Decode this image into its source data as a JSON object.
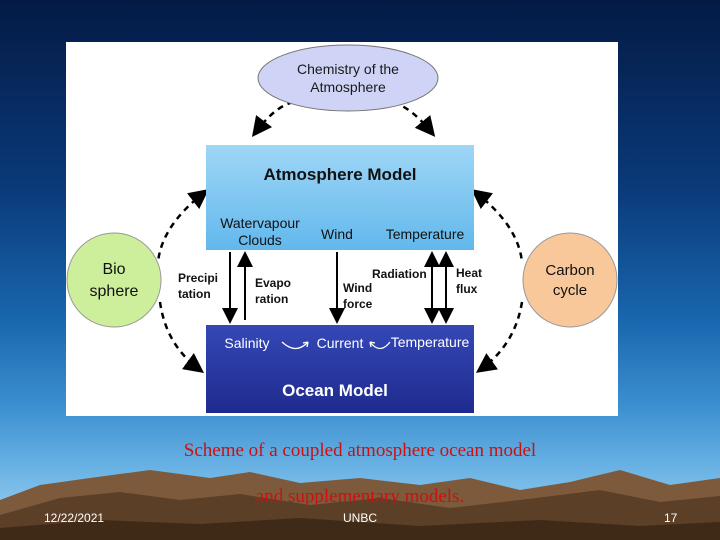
{
  "diagram": {
    "chemistry": [
      "Chemistry of the",
      "Atmosphere"
    ],
    "atmosphere_model": "Atmosphere Model",
    "ocean_model": "Ocean Model",
    "biosphere": [
      "Bio",
      "sphere"
    ],
    "carbon_cycle": [
      "Carbon",
      "cycle"
    ],
    "atm_outputs": {
      "watervapour": [
        "Watervapour",
        "Clouds"
      ],
      "wind": "Wind",
      "temperature": "Temperature"
    },
    "fluxes": {
      "precipitation": [
        "Precipi",
        "tation"
      ],
      "evaporation": [
        "Evapo",
        "ration"
      ],
      "wind_force": [
        "Wind",
        "force"
      ],
      "radiation": "Radiation",
      "heat_flux": [
        "Heat",
        "flux"
      ]
    },
    "ocean_vars": {
      "salinity": "Salinity",
      "current": "Current",
      "temperature": "Temperature"
    },
    "colors": {
      "atmosphere_fill": "#7cc6f0",
      "ocean_fill": "#2f3ea8",
      "chemistry_fill": "#cfd3f5",
      "biosphere_fill": "#cdef9c",
      "carbon_fill": "#f8c89a"
    }
  },
  "caption": {
    "line1": "Scheme of a coupled atmosphere ocean model",
    "line2": "and supplementary models."
  },
  "footer": {
    "date": "12/22/2021",
    "center": "UNBC",
    "page": "17"
  }
}
